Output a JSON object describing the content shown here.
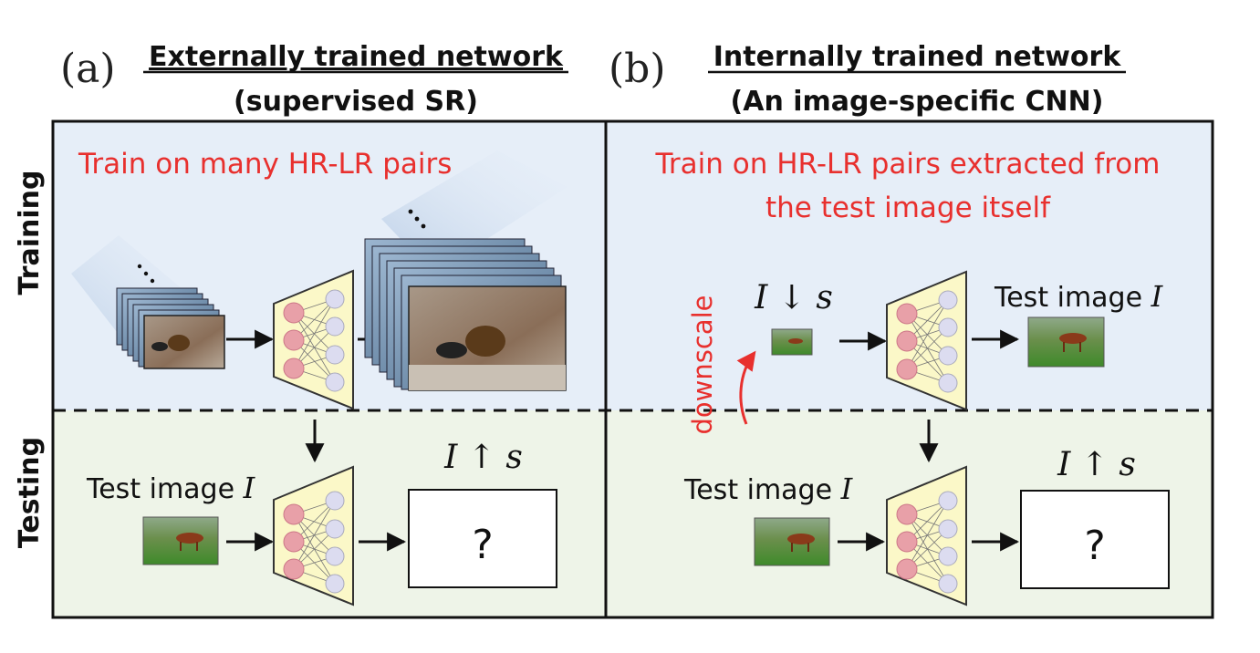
{
  "panel_a": {
    "letter": "(a)",
    "title_line1": "Externally trained network",
    "title_line2": "(supervised SR)",
    "training_caption": "Train on many HR-LR pairs",
    "testing_image_label": "Test image",
    "testing_image_symbol": "I",
    "output_label": "I ↑ s",
    "output_placeholder": "?"
  },
  "panel_b": {
    "letter": "(b)",
    "title_line1": "Internally trained network",
    "title_line2": "(An image-specific CNN)",
    "training_caption_line1": "Train on HR-LR pairs extracted from",
    "training_caption_line2": "the test image itself",
    "downscaled_label": "I ↓ s",
    "train_target_label": "Test image",
    "train_target_symbol": "I",
    "downscale_label": "downscale",
    "testing_image_label": "Test image",
    "testing_image_symbol": "I",
    "output_label": "I ↑ s",
    "output_placeholder": "?"
  },
  "rows": {
    "training": "Training",
    "testing": "Testing"
  },
  "colors": {
    "training_bg": "#e6eef8",
    "testing_bg": "#eef4e8",
    "caption_red": "#e8302e",
    "network_fill": "#fbf8c8",
    "node_pink": "#e8a0a8",
    "node_lavender": "#dcdcf0"
  }
}
